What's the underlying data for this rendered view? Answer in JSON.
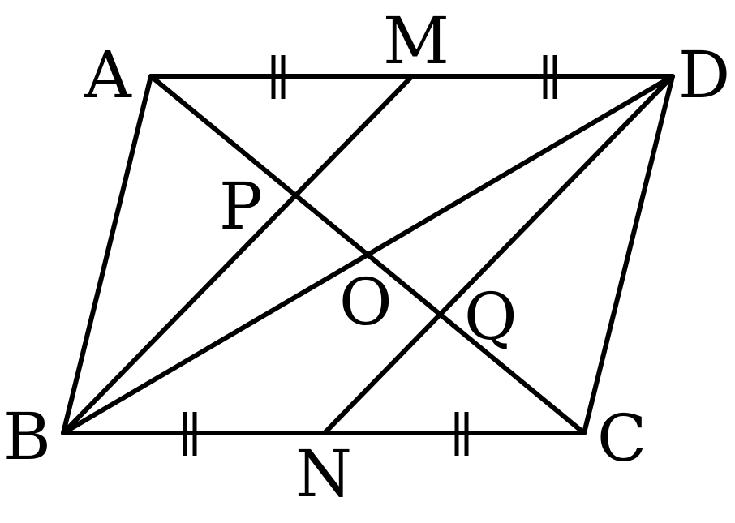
{
  "figure": {
    "stroke_color": "#000000",
    "background_color": "#ffffff",
    "points": {
      "A": "A",
      "B": "B",
      "C": "C",
      "D": "D",
      "M": "M",
      "N": "N",
      "O": "O",
      "P": "P",
      "Q": "Q"
    },
    "segments": [
      "AD",
      "BC",
      "AB",
      "DC",
      "AC",
      "BD",
      "BM",
      "DN"
    ],
    "equal_marks": [
      "AM",
      "MD",
      "BN",
      "NC"
    ]
  }
}
